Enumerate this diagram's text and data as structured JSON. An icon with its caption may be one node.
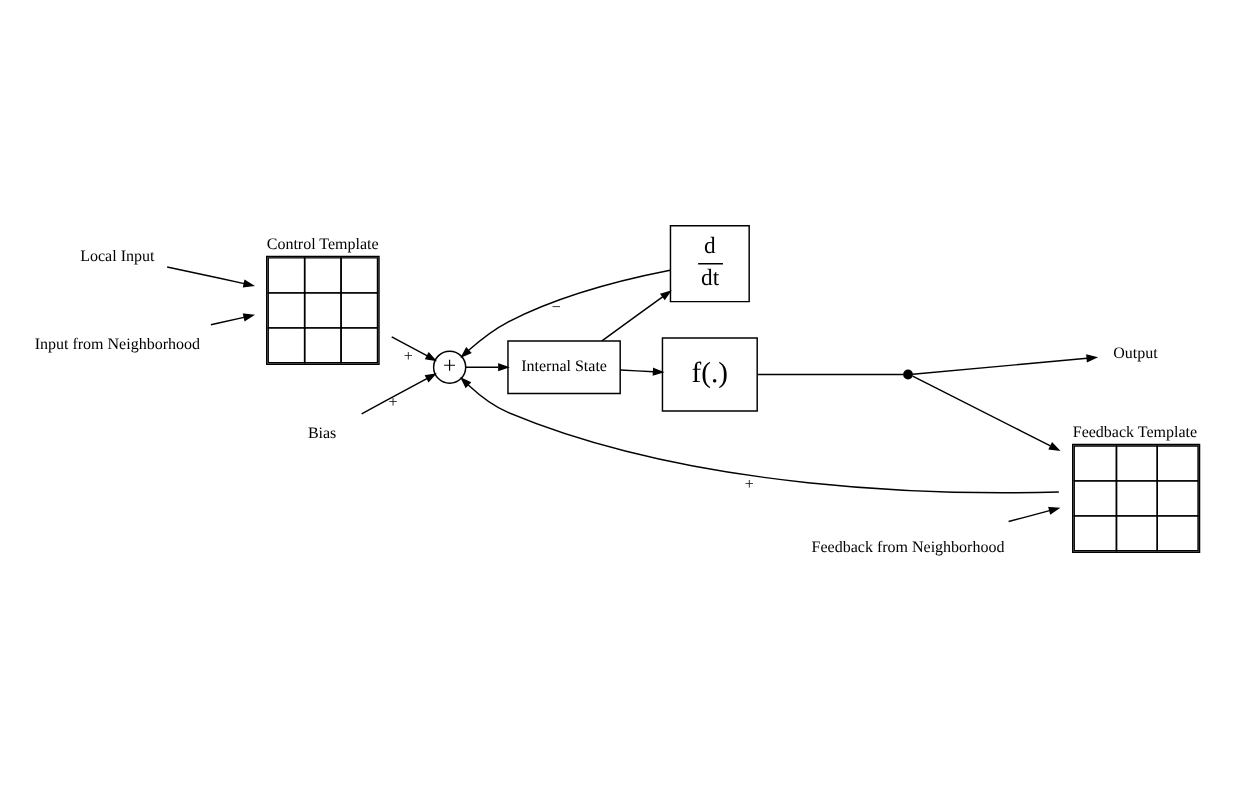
{
  "diagram": {
    "nodes": [
      {
        "text": [
          "Local Input"
        ]
      },
      {
        "text": [
          "Control Template"
        ]
      },
      {
        "text": [
          "Input from Neighborhood"
        ]
      },
      {
        "text": [
          "Bias"
        ]
      },
      {
        "text": [
          "+"
        ]
      },
      {
        "text": [
          "Internal State"
        ]
      },
      {
        "text": [
          "d",
          "dt"
        ]
      },
      {
        "text": [
          "f(.)"
        ]
      },
      {
        "text": [],
        "shape": "circle"
      },
      {
        "text": [
          "Output"
        ]
      },
      {
        "text": [
          "Feedback Template"
        ]
      },
      {
        "text": [
          "Feedback from Neighborhood"
        ]
      }
    ],
    "edges": [
      {
        "from": 0,
        "to": 1,
        "arrow": "to"
      },
      {
        "from": 2,
        "to": 1,
        "arrow": "to"
      },
      {
        "from": 1,
        "to": 4,
        "arrow": "to",
        "label": "+"
      },
      {
        "from": 3,
        "to": 4,
        "arrow": "to",
        "label": "+"
      },
      {
        "from": 4,
        "to": 5,
        "arrow": "to"
      },
      {
        "from": 5,
        "to": 7,
        "arrow": "to"
      },
      {
        "from": 7,
        "to": 8,
        "arrow": "none"
      },
      {
        "from": 8,
        "to": 9,
        "arrow": "to"
      },
      {
        "from": 8,
        "to": 10,
        "arrow": "to"
      },
      {
        "from": 10,
        "to": 4,
        "arrow": "to",
        "label": "+"
      },
      {
        "from": 5,
        "to": 6,
        "arrow": "to"
      },
      {
        "from": 6,
        "to": 4,
        "arrow": "to",
        "label": "−"
      },
      {
        "from": 11,
        "to": 10,
        "arrow": "to"
      }
    ]
  }
}
